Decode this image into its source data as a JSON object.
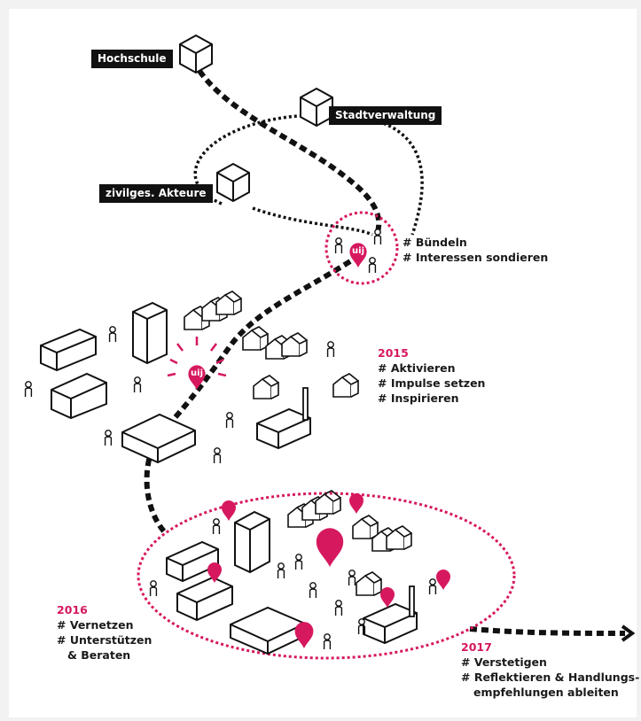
{
  "colors": {
    "accent": "#d6185f",
    "ink": "#111111",
    "paper": "#ffffff"
  },
  "icons": {
    "marker": "map-pin-icon",
    "logo": "uij-logo-icon",
    "person": "person-icon",
    "cube": "cube-icon"
  },
  "actors": {
    "hochschule": "Hochschule",
    "stadtverwaltung": "Stadtverwaltung",
    "zivilges": "zivilges. Akteure"
  },
  "logo_text": "uij",
  "phases": [
    {
      "year": "",
      "lines": [
        "# Bündeln",
        "# Interessen sondieren"
      ]
    },
    {
      "year": "2015",
      "lines": [
        "# Aktivieren",
        "# Impulse setzen",
        "# Inspirieren"
      ]
    },
    {
      "year": "2016",
      "lines": [
        "# Vernetzen",
        "# Unterstützen",
        "& Beraten"
      ]
    },
    {
      "year": "2017",
      "lines": [
        "# Verstetigen",
        "# Reflektieren & Handlungs-",
        "empfehlungen ableiten"
      ]
    }
  ]
}
